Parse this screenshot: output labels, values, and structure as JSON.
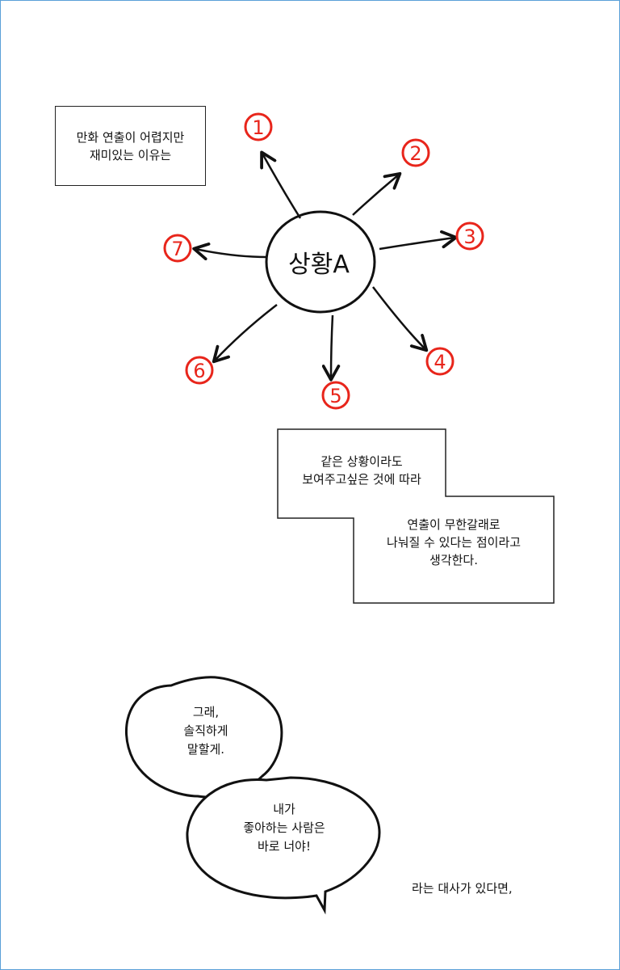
{
  "caption_box": {
    "line1": "만화 연출이 어렵지만",
    "line2": "재미있는 이유는"
  },
  "center_node": {
    "label": "상황A"
  },
  "branches": [
    {
      "label": "1"
    },
    {
      "label": "2"
    },
    {
      "label": "3"
    },
    {
      "label": "4"
    },
    {
      "label": "5"
    },
    {
      "label": "6"
    },
    {
      "label": "7"
    }
  ],
  "stair_box": {
    "upper_line1": "같은 상황이라도",
    "upper_line2": "보여주고싶은 것에 따라",
    "lower_line1": "연출이 무한갈래로",
    "lower_line2": "나눠질 수 있다는 점이라고",
    "lower_line3": "생각한다."
  },
  "bubble_top": {
    "line1": "그래,",
    "line2": "솔직하게",
    "line3": "말할게."
  },
  "bubble_bottom": {
    "line1": "내가",
    "line2": "좋아하는 사람은",
    "line3": "바로 너야!"
  },
  "side_note": "라는 대사가 있다면,",
  "colors": {
    "ink": "#111111",
    "number_red": "#e8251b",
    "frame_blue": "#5aa0d8"
  }
}
